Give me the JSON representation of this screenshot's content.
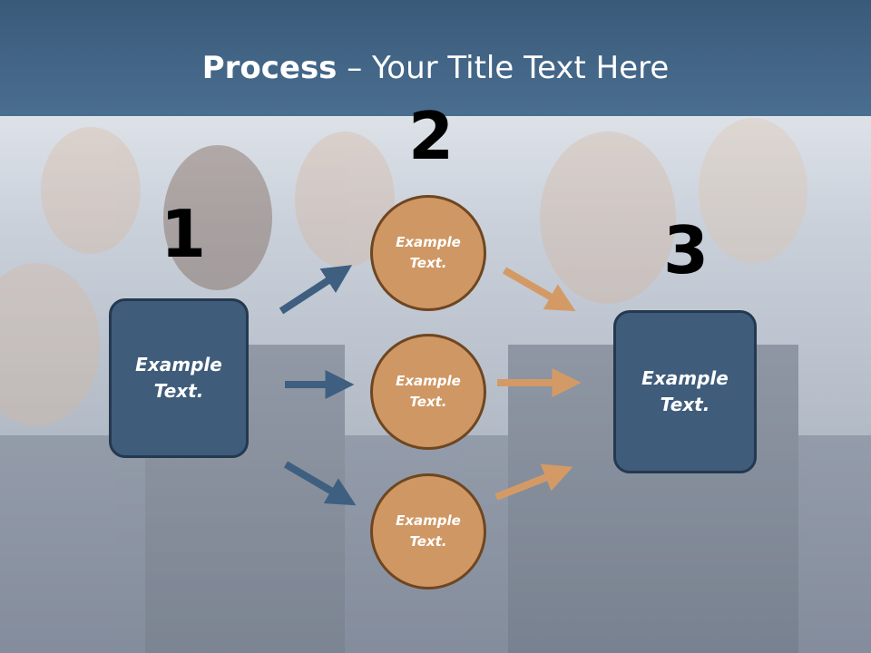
{
  "title": {
    "bold": "Process",
    "rest": " – Your Title Text Here"
  },
  "steps": [
    {
      "number": "1",
      "box_text": "Example Text."
    },
    {
      "number": "2",
      "circles": [
        "Example Text.",
        "Example Text.",
        "Example Text."
      ]
    },
    {
      "number": "3",
      "box_text": "Example Text."
    }
  ],
  "colors": {
    "header": "#44688b",
    "box": "#3f5c7b",
    "circle": "#cf9764",
    "arrow_blue": "#3e5f80",
    "arrow_orange": "#d49a66"
  }
}
